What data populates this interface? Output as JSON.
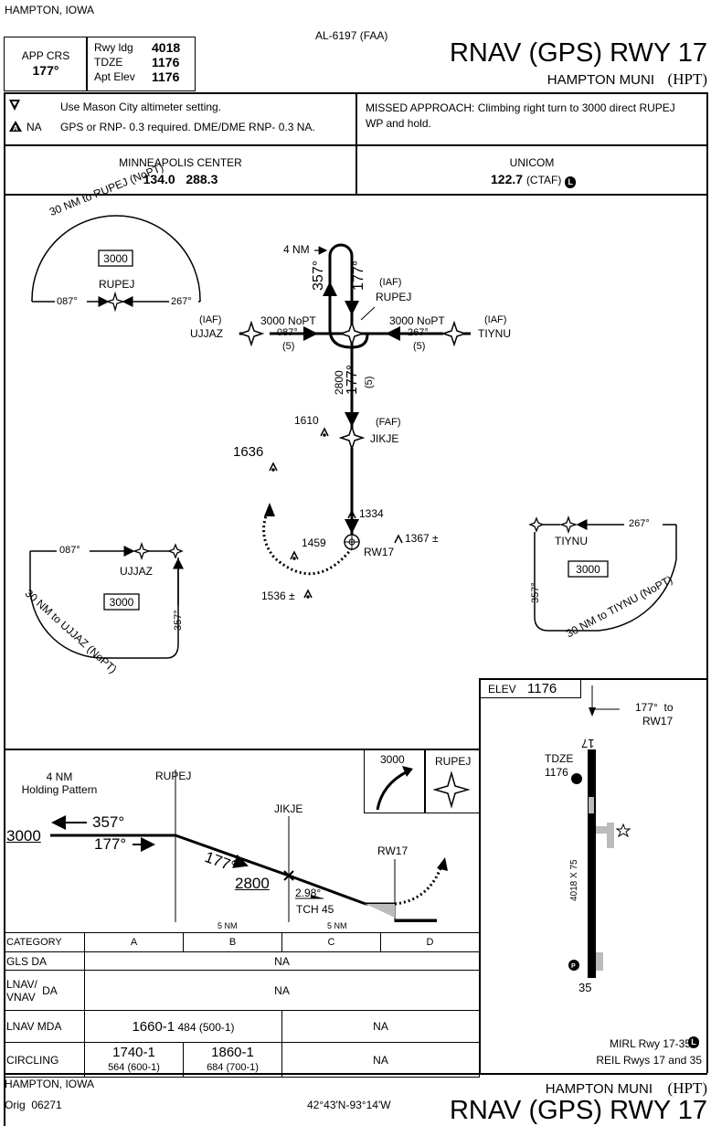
{
  "header": {
    "location": "HAMPTON, IOWA",
    "doc_id": "AL-6197 (FAA)",
    "title": "RNAV (GPS) RWY 17",
    "airport": "HAMPTON MUNI",
    "airport_id": "(HPT)",
    "app_crs_label": "APP CRS",
    "app_crs_value": "177°",
    "rwy_ldg_label": "Rwy ldg",
    "rwy_ldg_value": "4018",
    "tdze_label": "TDZE",
    "tdze_value": "1176",
    "apt_elev_label": "Apt Elev",
    "apt_elev_value": "1176"
  },
  "notes": {
    "alt_note": "Use Mason City altimeter setting.",
    "na_label": "NA",
    "rnp_note": "GPS or RNP- 0.3 required.  DME/DME RNP- 0.3 NA.",
    "missed_approach": "MISSED APPROACH:  Climbing right turn to 3000 direct RUPEJ WP and hold."
  },
  "comms": {
    "center_name": "MINNEAPOLIS CENTER",
    "center_freqs": "134.0   288.3",
    "unicom_name": "UNICOM",
    "unicom_freq": "122.7",
    "unicom_suffix": "(CTAF)"
  },
  "planview": {
    "taa_rupej": "30  NM to RUPEJ (NoPT)",
    "taa_ujjaz": "30  NM to UJJAZ (NoPT)",
    "taa_tiynu": "30  NM to TIYNU (NoPT)",
    "alt_3000": "3000",
    "rupej": "RUPEJ",
    "ujjaz": "UJJAZ",
    "tiynu": "TIYNU",
    "jikje": "JIKJE",
    "rw17": "RW17",
    "iaf": "(IAF)",
    "faf": "(FAF)",
    "crs_087": "087°",
    "crs_267": "267°",
    "crs_357": "357°",
    "crs_177": "177°",
    "hold_4nm": "4 NM",
    "nopt_3000": "3000 NoPT",
    "dist_5": "(5)",
    "alt_2800": "2800",
    "obs_1610": "1610",
    "obs_1636": "1636",
    "obs_1334": "1334",
    "obs_1459": "1459",
    "obs_1367": "1367 ±",
    "obs_1536": "1536 ±"
  },
  "profile": {
    "hold_label": "4 NM",
    "hold_label2": "Holding Pattern",
    "rupej": "RUPEJ",
    "jikje": "JIKJE",
    "rw17": "RW17",
    "alt_3000": "3000",
    "alt_2800": "2800",
    "crs_357": "357°",
    "crs_177": "177°",
    "gs_angle": "2.98°",
    "tch": "TCH 45",
    "nm5": "5 NM",
    "ma_alt": "3000",
    "ma_fix": "RUPEJ"
  },
  "minima": {
    "cat_label": "CATEGORY",
    "cats": [
      "A",
      "B",
      "C",
      "D"
    ],
    "gls_label": "GLS  DA",
    "gls_value": "NA",
    "lnav_vnav_label1": "LNAV/",
    "lnav_vnav_label2": "VNAV",
    "lnav_vnav_da": "DA",
    "lnav_vnav_value": "NA",
    "lnav_mda_label": "LNAV MDA",
    "lnav_mda_value": "1660-1",
    "lnav_mda_sub": "484 (500-1)",
    "lnav_mda_cd": "NA",
    "circling_label": "CIRCLING",
    "circ_a": "1740-1",
    "circ_a_sub": "564 (600-1)",
    "circ_b": "1860-1",
    "circ_b_sub": "684 (700-1)",
    "circ_cd": "NA"
  },
  "airport_diagram": {
    "elev_label": "ELEV",
    "elev_value": "1176",
    "crs_note": "177°  to",
    "crs_note2": "RW17",
    "rwy_top": "17",
    "rwy_bottom": "35",
    "tdze_label": "TDZE",
    "tdze_value": "1176",
    "rwy_dims": "4018 X 75",
    "lights1": "MIRL Rwy 17-35",
    "lights2": "REIL Rwys 17 and 35"
  },
  "footer": {
    "location": "HAMPTON, IOWA",
    "orig": "Orig  06271",
    "coords": "42°43'N-93°14'W",
    "airport": "HAMPTON MUNI",
    "airport_id": "(HPT)",
    "title": "RNAV (GPS) RWY 17"
  }
}
